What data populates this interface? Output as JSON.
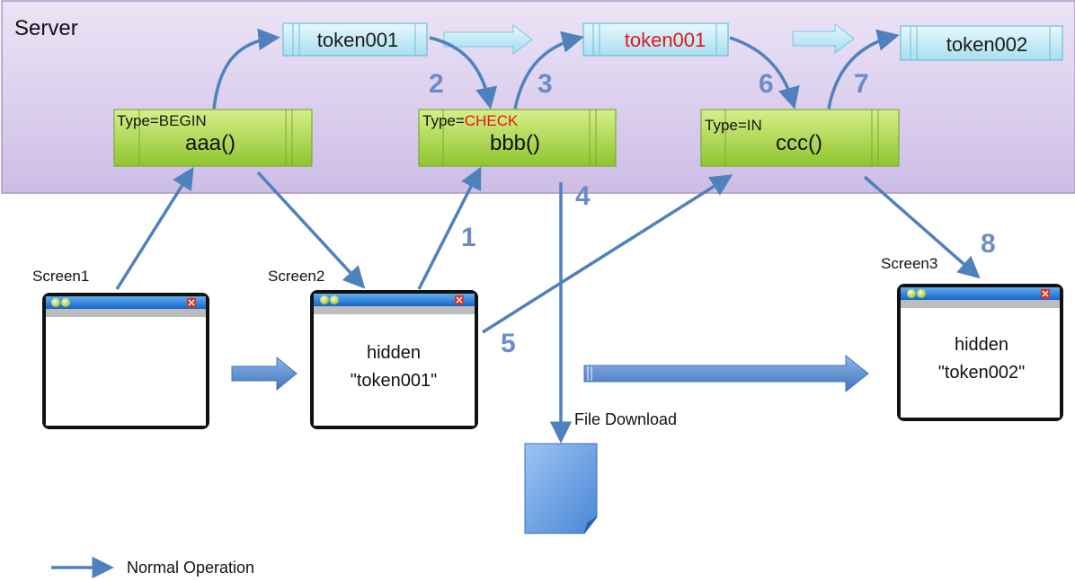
{
  "server": {
    "label": "Server"
  },
  "tokens": [
    {
      "text": "token001",
      "color": "#1a1a1a"
    },
    {
      "text": "token001",
      "color": "#e8141b"
    },
    {
      "text": "token002",
      "color": "#1a1a1a"
    }
  ],
  "functions": [
    {
      "type_prefix": "Type=",
      "type_value": "BEGIN",
      "type_value_color": "#1a1a1a",
      "name": "aaa()"
    },
    {
      "type_prefix": "Type=",
      "type_value": "CHECK",
      "type_value_color": "#e8141b",
      "name": "bbb()"
    },
    {
      "type_prefix": "Type=",
      "type_value": "IN",
      "type_value_color": "#1a1a1a",
      "name": "ccc()"
    }
  ],
  "screens": [
    {
      "label": "Screen1",
      "line1": "",
      "line2": ""
    },
    {
      "label": "Screen2",
      "line1": "hidden",
      "line2": "\"token001\""
    },
    {
      "label": "Screen3",
      "line1": "hidden",
      "line2": "\"token002\""
    }
  ],
  "steps": [
    "1",
    "2",
    "3",
    "4",
    "5",
    "6",
    "7",
    "8"
  ],
  "file_download_label": "File Download",
  "legend": {
    "label": "Normal Operation"
  },
  "colors": {
    "server_band": "#ddd0ee",
    "token_box": "#c6ecf6",
    "function_box": "#aad84a",
    "arrow": "#4f81bd",
    "step_number": "#6b8cc8",
    "highlight": "#e8141b"
  }
}
